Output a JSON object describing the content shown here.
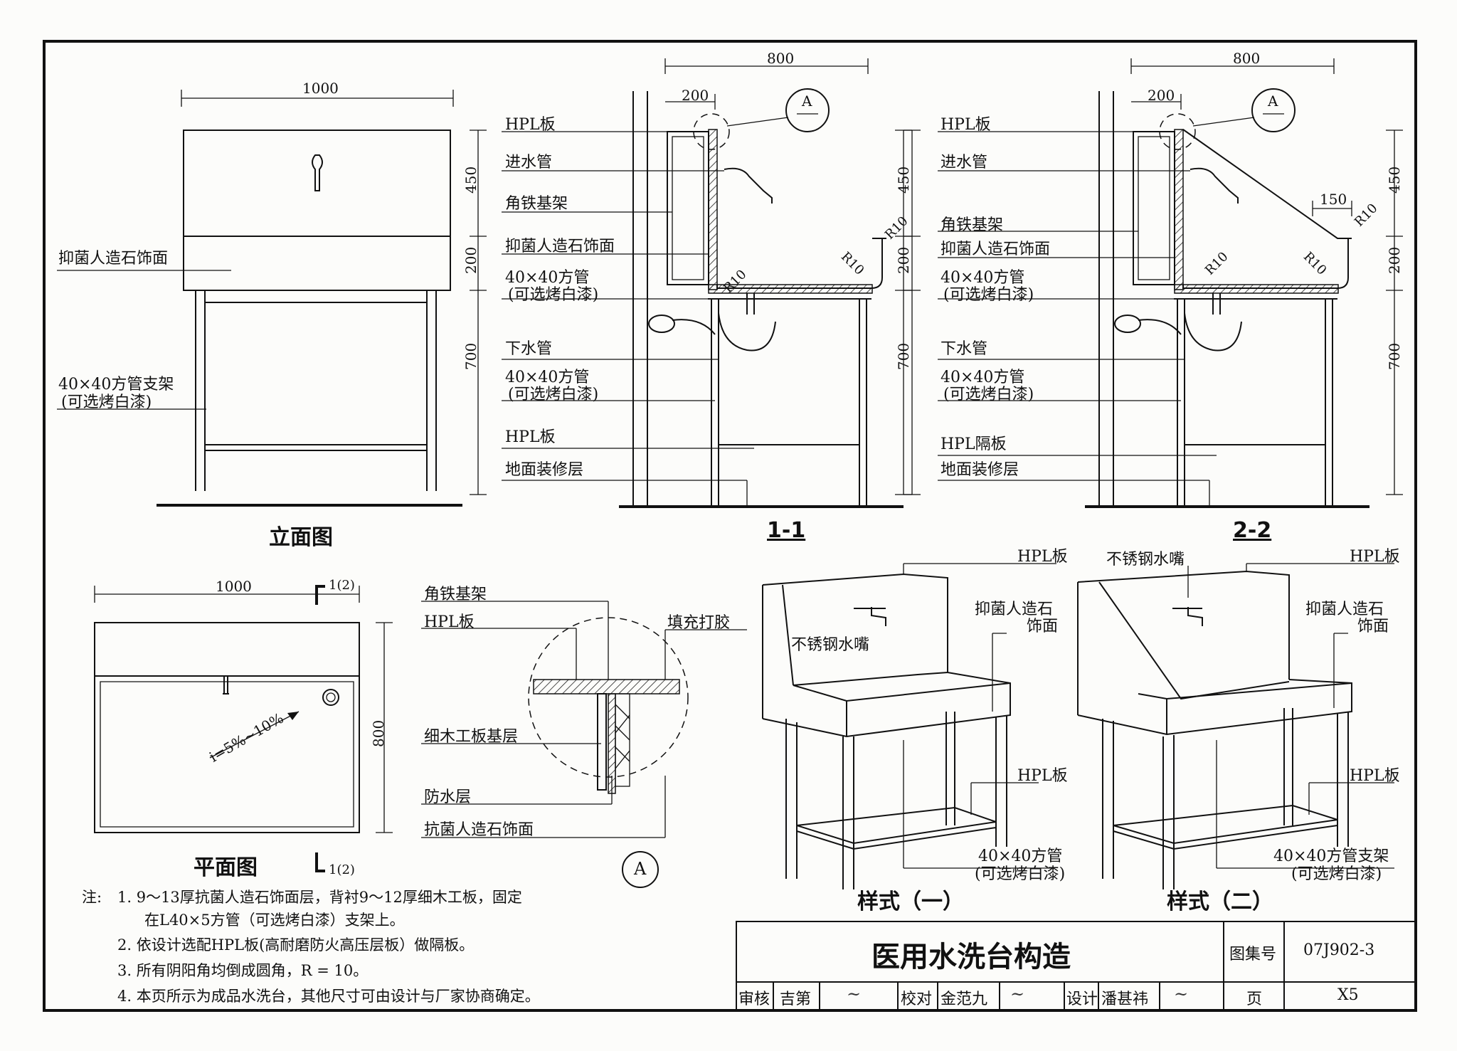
{
  "elevation": {
    "width_dim": "1000",
    "dims_v": [
      "450",
      "200",
      "700"
    ],
    "label_stone": "抑菌人造石饰面",
    "label_frame": "40×40方管支架",
    "label_frame_sub": "(可选烤白漆)",
    "title": "立面图"
  },
  "section1": {
    "dim_800": "800",
    "dim_200": "200",
    "dims_v": [
      "450",
      "200",
      "700"
    ],
    "callout": "A",
    "r_labels": [
      "R10",
      "R10",
      "R10"
    ],
    "labels": [
      "HPL板",
      "进水管",
      "角铁基架",
      "抑菌人造石饰面",
      "40×40方管",
      "(可选烤白漆)",
      "下水管",
      "40×40方管",
      "(可选烤白漆)",
      "HPL板",
      "地面装修层"
    ],
    "title": "1-1"
  },
  "section2": {
    "dim_800": "800",
    "dim_200": "200",
    "dim_150": "150",
    "dims_v": [
      "450",
      "200",
      "700"
    ],
    "callout": "A",
    "r_labels": [
      "R10",
      "R10",
      "R10"
    ],
    "labels": [
      "HPL板",
      "进水管",
      "角铁基架",
      "抑菌人造石饰面",
      "40×40方管",
      "(可选烤白漆)",
      "下水管",
      "40×40方管",
      "(可选烤白漆)",
      "HPL隔板",
      "地面装修层"
    ],
    "title": "2-2"
  },
  "plan": {
    "width_dim": "1000",
    "depth_dim": "800",
    "slope": "i=5%~10%",
    "cut_top": "1(2)",
    "cut_bottom": "1(2)",
    "title": "平面图"
  },
  "detail": {
    "labels": [
      "角铁基架",
      "HPL板",
      "细木工板基层",
      "防水层",
      "抗菌人造石饰面",
      "填充打胶"
    ],
    "callout": "A"
  },
  "style1": {
    "labels": [
      "HPL板",
      "抑菌人造石",
      "饰面",
      "不锈钢水嘴",
      "HPL板",
      "40×40方管",
      "(可选烤白漆)"
    ],
    "title": "样式（一）"
  },
  "style2": {
    "labels": [
      "HPL板",
      "不锈钢水嘴",
      "抑菌人造石",
      "饰面",
      "HPL板",
      "40×40方管支架",
      "(可选烤白漆)"
    ],
    "title": "样式（二）"
  },
  "notes": {
    "prefix": "注:",
    "items": [
      "1.  9～13厚抗菌人造石饰面层，背衬9～12厚细木工板，固定",
      "在L40×5方管（可选烤白漆）支架上。",
      "2.  依设计选配HPL板(高耐磨防火高压层板）做隔板。",
      "3.  所有阴阳角均倒成圆角，R = 10。",
      "4.  本页所示为成品水洗台，其他尺寸可由设计与厂家协商确定。"
    ]
  },
  "title_block": {
    "title": "医用水洗台构造",
    "atlas_label": "图集号",
    "atlas_no": "07J902-3",
    "review_label": "审核",
    "review_name": "吉第",
    "check_label": "校对",
    "check_name": "金范九",
    "design_label": "设计",
    "design_name": "潘甚祎",
    "page_label": "页",
    "page_no": "X5"
  }
}
